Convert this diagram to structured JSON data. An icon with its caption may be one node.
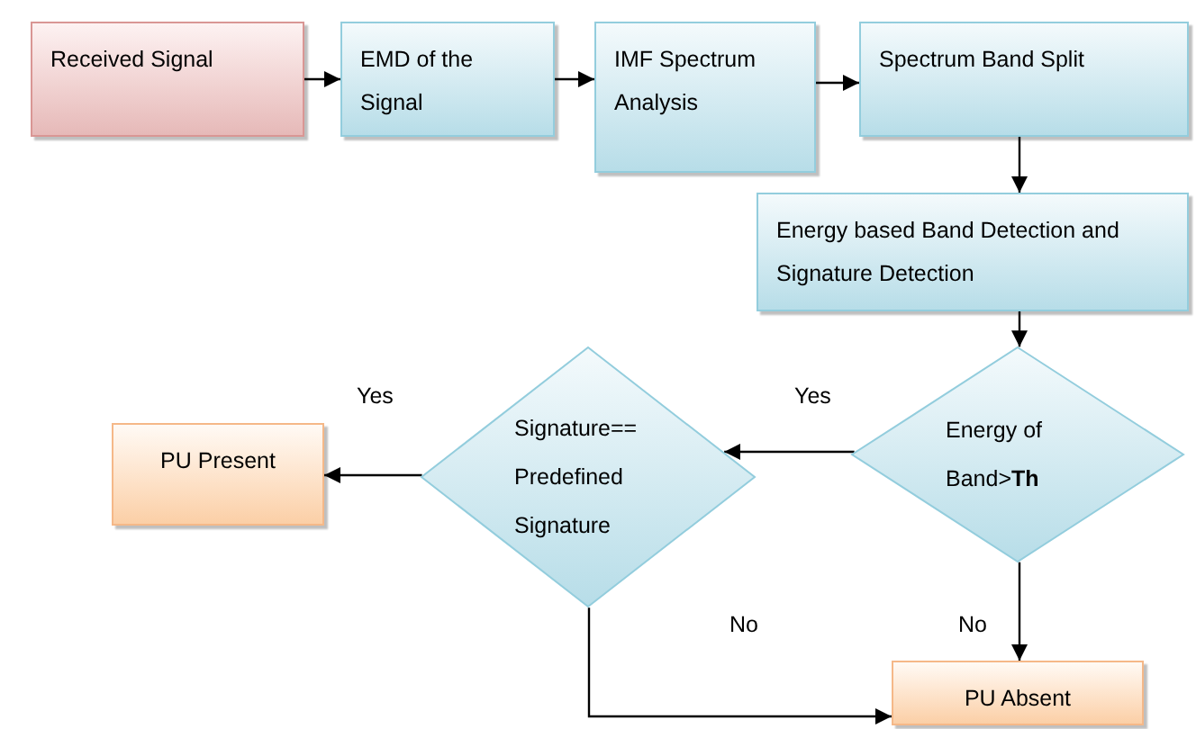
{
  "diagram": {
    "nodes": [
      {
        "text": [
          "Received Signal"
        ]
      },
      {
        "text": [
          "EMD of the Signal"
        ]
      },
      {
        "text": [
          "IMF Spectrum Analysis"
        ]
      },
      {
        "text": [
          "Spectrum Band Split"
        ]
      },
      {
        "text": [
          "Energy based Band Detection and Signature Detection"
        ]
      },
      {
        "text": [
          "Energy of Band>**Th**"
        ]
      },
      {
        "text": [
          "Signature== Predefined Signature"
        ]
      },
      {
        "text": [
          "PU Present"
        ]
      },
      {
        "text": [
          "PU Absent"
        ]
      }
    ],
    "edges": [
      {
        "from": 0,
        "to": 1,
        "arrow": "to"
      },
      {
        "from": 1,
        "to": 2,
        "arrow": "to"
      },
      {
        "from": 2,
        "to": 3,
        "arrow": "to"
      },
      {
        "from": 3,
        "to": 4,
        "arrow": "to"
      },
      {
        "from": 4,
        "to": 5,
        "arrow": "to"
      },
      {
        "from": 5,
        "to": 6,
        "label": "Yes",
        "arrow": "to"
      },
      {
        "from": 6,
        "to": 7,
        "label": "Yes",
        "arrow": "to"
      },
      {
        "from": 5,
        "to": 8,
        "label": "No",
        "arrow": "to"
      },
      {
        "from": 6,
        "to": 8,
        "label": "No",
        "arrow": "to"
      }
    ]
  }
}
